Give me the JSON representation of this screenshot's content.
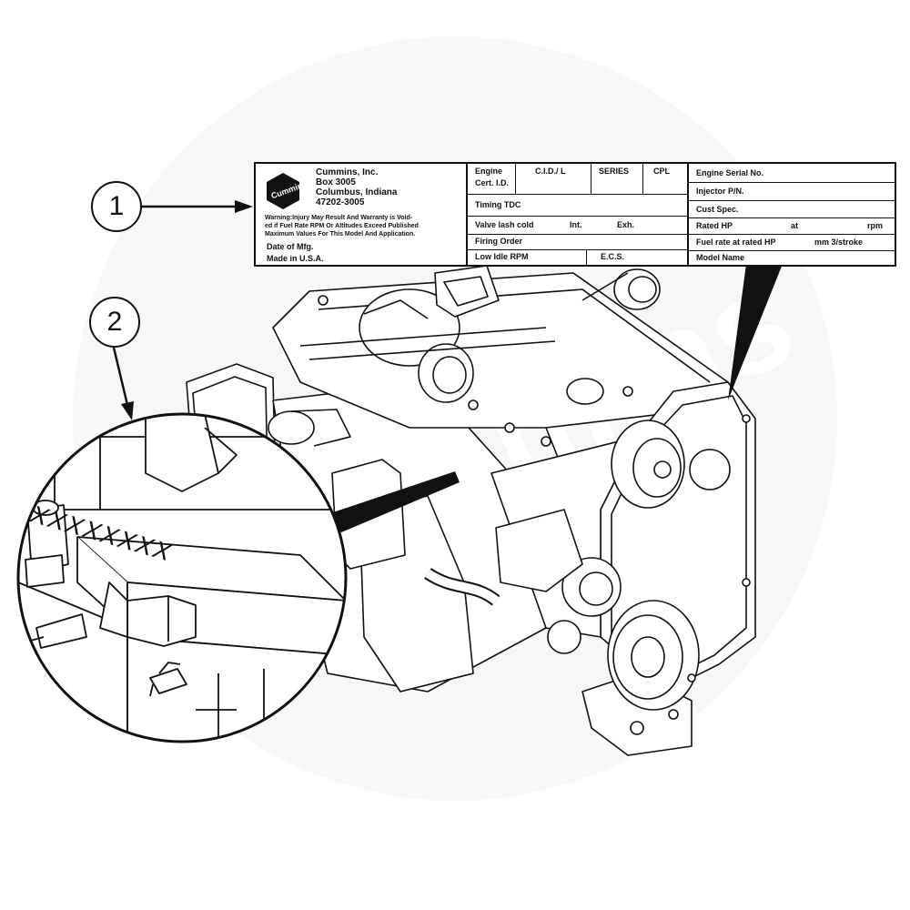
{
  "callouts": {
    "one": "1",
    "two": "2"
  },
  "watermark": "Cummins",
  "plate": {
    "company": {
      "name": "Cummins, Inc.",
      "box": "Box 3005",
      "city": "Columbus, Indiana",
      "zip": "47202-3005"
    },
    "warning_lines": [
      "Warning:Injury May Result And Warranty is Void-",
      "ed if Fuel Rate RPM Or Altitudes Exceed Published",
      "Maximum Values For This Model And Application."
    ],
    "date_of_mfg": "Date of Mfg.",
    "made_in": "Made in U.S.A.",
    "middle": {
      "engine": "Engine",
      "cert_id": "Cert. I.D.",
      "cid_l": "C.I.D./  L",
      "series": "SERIES",
      "cpl": "CPL",
      "timing_tdc": "Timing TDC",
      "valve_lash": "Valve lash cold",
      "int": "Int.",
      "exh": "Exh.",
      "firing_order": "Firing Order",
      "low_idle": "Low Idle RPM",
      "ecs": "E.C.S."
    },
    "right": {
      "serial": "Engine Serial No.",
      "injector": "Injector P/N.",
      "cust_spec": "Cust Spec.",
      "rated_hp": "Rated HP",
      "at": "at",
      "rpm": "rpm",
      "fuel_rate": "Fuel rate at rated HP",
      "mm_stroke": "mm 3/stroke",
      "model_name": "Model Name"
    }
  },
  "detail_stamp": "XXXXXXXX"
}
